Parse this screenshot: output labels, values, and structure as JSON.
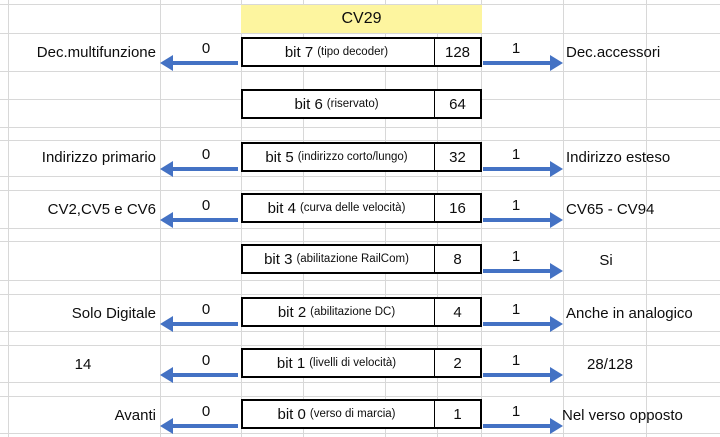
{
  "app": {
    "type": "spreadsheet",
    "title": "CV29"
  },
  "colors": {
    "header_fill": "#fdf59f",
    "arrow": "#4472c4",
    "gridline": "#d8d8d8",
    "box_border": "#000000",
    "text": "#0d0d0d"
  },
  "header": {
    "label": "CV29"
  },
  "left_values": {
    "v0": "0",
    "v1": "0",
    "v2": "0",
    "v3": "0",
    "v4": "0",
    "v5": "0"
  },
  "right_values": {
    "v0": "1",
    "v1": "1",
    "v2": "1",
    "v3": "1",
    "v4": "1",
    "v5": "1",
    "v6": "1"
  },
  "rows": [
    {
      "bit": "bit 7",
      "desc": "(tipo decoder)",
      "weight": "128",
      "left_label": "Dec.multifunzione",
      "left_value": "0",
      "right_value": "1",
      "right_label": "Dec.accessori",
      "has_left_arrow": true,
      "has_right_arrow": true
    },
    {
      "bit": "bit 6",
      "desc": "(riservato)",
      "weight": "64",
      "left_label": "",
      "left_value": "",
      "right_value": "",
      "right_label": "",
      "has_left_arrow": false,
      "has_right_arrow": false
    },
    {
      "bit": "bit 5",
      "desc": "(indirizzo corto/lungo)",
      "weight": "32",
      "left_label": "Indirizzo primario",
      "left_value": "0",
      "right_value": "1",
      "right_label": "Indirizzo esteso",
      "has_left_arrow": true,
      "has_right_arrow": true
    },
    {
      "bit": "bit 4",
      "desc": "(curva delle velocità)",
      "weight": "16",
      "left_label": "CV2,CV5 e CV6",
      "left_value": "0",
      "right_value": "1",
      "right_label": "CV65 - CV94",
      "has_left_arrow": true,
      "has_right_arrow": true
    },
    {
      "bit": "bit 3",
      "desc": "(abilitazione RailCom)",
      "weight": "8",
      "left_label": "",
      "left_value": "",
      "right_value": "1",
      "right_label": "Si",
      "has_left_arrow": false,
      "has_right_arrow": true
    },
    {
      "bit": "bit 2",
      "desc": "(abilitazione DC)",
      "weight": "4",
      "left_label": "Solo Digitale",
      "left_value": "0",
      "right_value": "1",
      "right_label": "Anche in analogico",
      "has_left_arrow": true,
      "has_right_arrow": true
    },
    {
      "bit": "bit 1",
      "desc": "(livelli di velocità)",
      "weight": "2",
      "left_label": "14",
      "left_value": "0",
      "right_value": "1",
      "right_label": "28/128",
      "has_left_arrow": true,
      "has_right_arrow": true
    },
    {
      "bit": "bit 0",
      "desc": "(verso di marcia)",
      "weight": "1",
      "left_label": "Avanti",
      "left_value": "0",
      "right_value": "1",
      "right_label": "Nel verso opposto",
      "has_left_arrow": true,
      "has_right_arrow": true
    }
  ]
}
